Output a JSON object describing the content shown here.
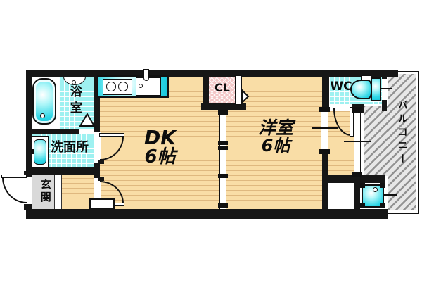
{
  "floorplan": {
    "rooms": {
      "bathroom": {
        "label": "浴室"
      },
      "washroom": {
        "label": "洗面所"
      },
      "entrance": {
        "label": "玄関"
      },
      "dining_kitchen": {
        "name": "DK",
        "size": "6帖"
      },
      "western_room": {
        "name": "洋室",
        "size": "6帖"
      },
      "closet": {
        "label": "CL"
      },
      "toilet": {
        "label": "WC"
      },
      "balcony": {
        "label": "バルコニー"
      }
    },
    "colors": {
      "wall": "#161616",
      "wood_floor": "#f9dda6",
      "tile": "#9ef1f1",
      "fixture_cyan": "#30d7e6",
      "closet_pink": "#f3c6c6",
      "entrance_gray": "#d9d9d9",
      "balcony_stripe": "#7d7d7d"
    }
  }
}
